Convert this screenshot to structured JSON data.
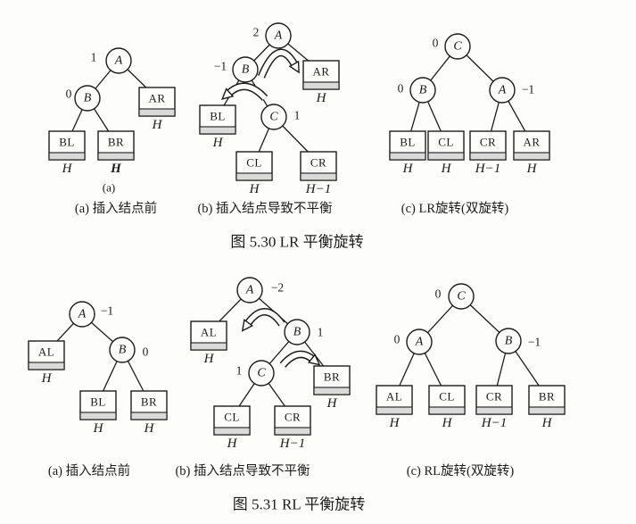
{
  "fig530": {
    "title": "图 5.30 LR 平衡旋转",
    "panel_a": {
      "sublabel": "(a)",
      "caption": "(a) 插入结点前",
      "nodes": {
        "A": {
          "label": "A",
          "bf": "1"
        },
        "B": {
          "label": "B",
          "bf": "0"
        }
      },
      "boxes": {
        "AR": {
          "label": "AR",
          "h": "H"
        },
        "BL": {
          "label": "BL",
          "h": "H"
        },
        "BR": {
          "label": "BR",
          "h": "H"
        }
      }
    },
    "panel_b": {
      "caption": "(b) 插入结点导致不平衡",
      "nodes": {
        "A": {
          "label": "A",
          "bf": "2"
        },
        "B": {
          "label": "B",
          "bf": "−1"
        },
        "C": {
          "label": "C",
          "bf": "1"
        }
      },
      "boxes": {
        "AR": {
          "label": "AR",
          "h": "H"
        },
        "BL": {
          "label": "BL",
          "h": "H"
        },
        "CL": {
          "label": "CL",
          "h": "H"
        },
        "CR": {
          "label": "CR",
          "h": "H−1"
        }
      }
    },
    "panel_c": {
      "caption": "(c) LR旋转(双旋转)",
      "nodes": {
        "C": {
          "label": "C",
          "bf": "0"
        },
        "B": {
          "label": "B",
          "bf": "0"
        },
        "A": {
          "label": "A",
          "bf": "−1"
        }
      },
      "boxes": {
        "BL": {
          "label": "BL",
          "h": "H"
        },
        "CL": {
          "label": "CL",
          "h": "H"
        },
        "CR": {
          "label": "CR",
          "h": "H−1"
        },
        "AR": {
          "label": "AR",
          "h": "H"
        }
      }
    }
  },
  "fig531": {
    "title": "图 5.31 RL 平衡旋转",
    "panel_a": {
      "caption": "(a) 插入结点前",
      "nodes": {
        "A": {
          "label": "A",
          "bf": "−1"
        },
        "B": {
          "label": "B",
          "bf": "0"
        }
      },
      "boxes": {
        "AL": {
          "label": "AL",
          "h": "H"
        },
        "BL": {
          "label": "BL",
          "h": "H"
        },
        "BR": {
          "label": "BR",
          "h": "H"
        }
      }
    },
    "panel_b": {
      "caption": "(b) 插入结点导致不平衡",
      "nodes": {
        "A": {
          "label": "A",
          "bf": "−2"
        },
        "B": {
          "label": "B",
          "bf": "1"
        },
        "C": {
          "label": "C",
          "bf": "1"
        }
      },
      "boxes": {
        "AL": {
          "label": "AL",
          "h": "H"
        },
        "BR": {
          "label": "BR",
          "h": "H"
        },
        "CL": {
          "label": "CL",
          "h": "H"
        },
        "CR": {
          "label": "CR",
          "h": "H−1"
        }
      }
    },
    "panel_c": {
      "caption": "(c) RL旋转(双旋转)",
      "nodes": {
        "C": {
          "label": "C",
          "bf": "0"
        },
        "A": {
          "label": "A",
          "bf": "0"
        },
        "B": {
          "label": "B",
          "bf": "−1"
        }
      },
      "boxes": {
        "AL": {
          "label": "AL",
          "h": "H"
        },
        "CL": {
          "label": "CL",
          "h": "H"
        },
        "CR": {
          "label": "CR",
          "h": "H−1"
        },
        "BR": {
          "label": "BR",
          "h": "H"
        }
      }
    }
  }
}
